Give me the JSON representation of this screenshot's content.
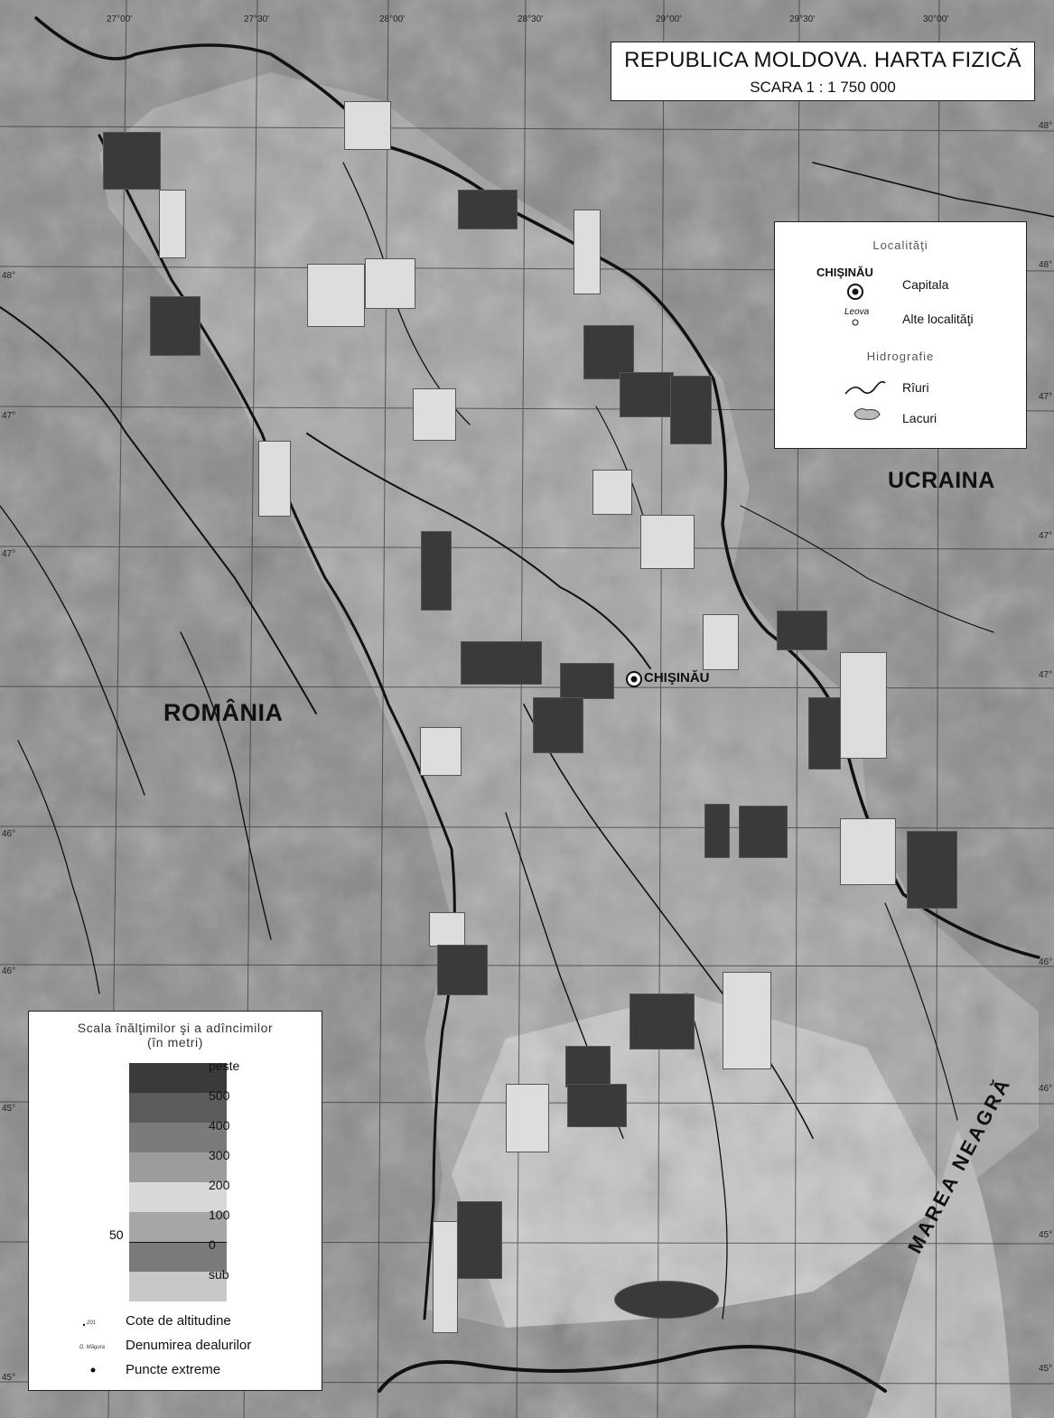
{
  "title": "REPUBLICA MOLDOVA. HARTA FIZICĂ",
  "scale": "SCARA 1 : 1 750 000",
  "legend": {
    "header_localities": "Localităţi",
    "capital_sample": "CHIŞINĂU",
    "capital_label": "Capitala",
    "other_sample": "Leova",
    "other_label": "Alte localităţi",
    "header_hydro": "Hidrografie",
    "rivers_label": "Rîuri",
    "lakes_label": "Lacuri"
  },
  "altitude_scale": {
    "title_line1": "Scala înălţimilor şi a adîncimilor",
    "title_line2": "(în metri)",
    "levels": [
      "peste",
      "500",
      "400",
      "300",
      "200",
      "100",
      "0",
      "sub"
    ],
    "swatches": [
      "#3a3a3a",
      "#5c5c5c",
      "#7b7b7b",
      "#9c9c9c",
      "#d8d8d8",
      "#a6a6a6",
      "#7a7a7a",
      "#c8c8c8"
    ],
    "isoline_value": "50",
    "items": [
      "Cote de altitudine",
      "Denumirea dealurilor",
      "Puncte extreme"
    ]
  },
  "map_labels": {
    "romania": "ROMÂNIA",
    "ucraina": "UCRAINA",
    "chisinau": "CHIŞINĂU",
    "marea_neagra": "MAREA NEAGRĂ"
  },
  "coordinates": {
    "top": [
      "27°00'",
      "27°30'",
      "28°00'",
      "28°30'",
      "29°00'",
      "29°30'",
      "30°00'"
    ],
    "left": [
      "48°",
      "47°",
      "47°",
      "46°",
      "46°",
      "45°",
      "45°"
    ],
    "right": [
      "48°",
      "48°",
      "47°",
      "47°",
      "47°",
      "46°",
      "46°",
      "45°",
      "45°"
    ]
  }
}
